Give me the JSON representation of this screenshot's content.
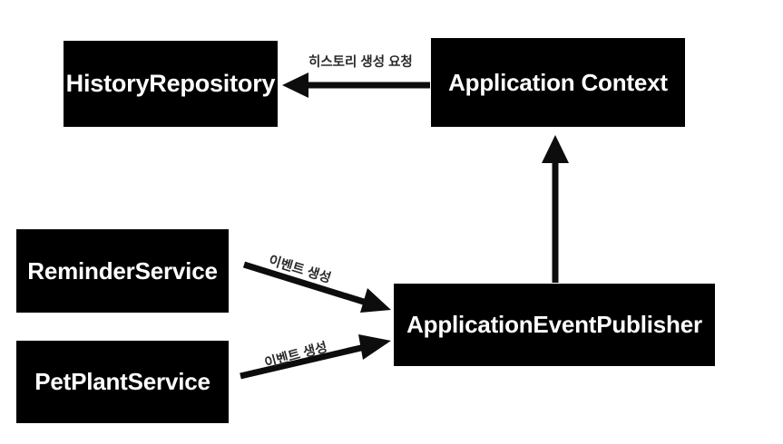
{
  "diagram": {
    "title": "Spring application event flow diagram",
    "background_color": "#ffffff",
    "node_fill_color": "#000000",
    "node_text_color": "#ffffff",
    "edge_color": "#0d0d0d",
    "label_text_color": "#2b2b2b",
    "nodes": [
      {
        "id": "history-repository",
        "label": "HistoryRepository"
      },
      {
        "id": "application-context",
        "label": "Application Context"
      },
      {
        "id": "reminder-service",
        "label": "ReminderService"
      },
      {
        "id": "petplant-service",
        "label": "PetPlantService"
      },
      {
        "id": "application-event-publisher",
        "label": "ApplicationEventPublisher"
      }
    ],
    "edges": [
      {
        "id": "application-context-to-history-repository",
        "from": "application-context",
        "to": "history-repository",
        "label": "히스토리 생성 요청",
        "direction": "left"
      },
      {
        "id": "application-event-publisher-to-application-context",
        "from": "application-event-publisher",
        "to": "application-context",
        "label": "",
        "direction": "up"
      },
      {
        "id": "reminder-service-to-application-event-publisher",
        "from": "reminder-service",
        "to": "application-event-publisher",
        "label": "이벤트 생성",
        "direction": "down-right"
      },
      {
        "id": "petplant-service-to-application-event-publisher",
        "from": "petplant-service",
        "to": "application-event-publisher",
        "label": "이벤트 생성",
        "direction": "up-right"
      }
    ]
  }
}
